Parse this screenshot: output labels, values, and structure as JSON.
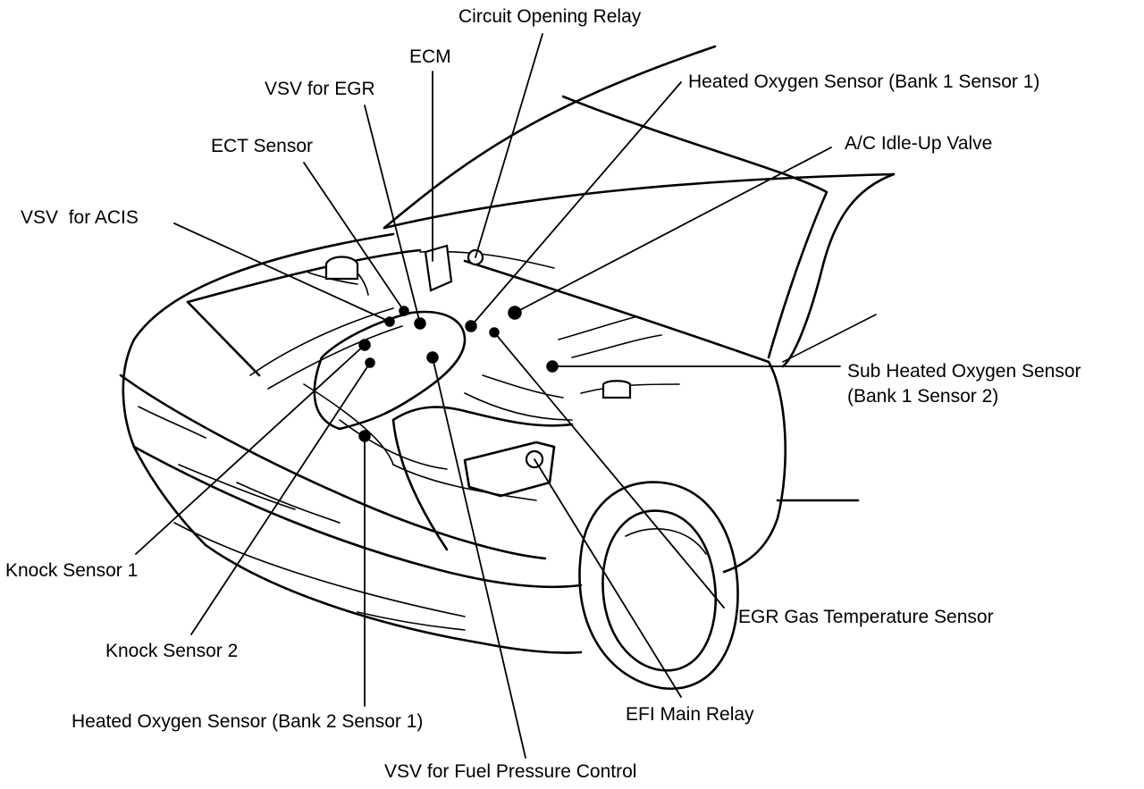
{
  "diagram": {
    "labels": {
      "circuit_opening_relay": "Circuit Opening Relay",
      "ecm": "ECM",
      "vsv_for_egr": "VSV for EGR",
      "heated_oxygen_sensor_bank1_sensor1": "Heated Oxygen Sensor (Bank 1 Sensor 1)",
      "ect_sensor": "ECT Sensor",
      "ac_idle_up_valve": "A/C Idle-Up Valve",
      "vsv_for_acis": "VSV  for ACIS",
      "sub_heated_oxygen_sensor_line1": "Sub Heated Oxygen Sensor",
      "sub_heated_oxygen_sensor_line2": "(Bank 1 Sensor 2)",
      "knock_sensor_1": "Knock Sensor 1",
      "egr_gas_temperature_sensor": "EGR Gas Temperature Sensor",
      "knock_sensor_2": "Knock Sensor 2",
      "efi_main_relay": "EFI Main Relay",
      "heated_oxygen_sensor_bank2_sensor1": "Heated Oxygen Sensor (Bank 2 Sensor 1)",
      "vsv_for_fuel_pressure_control": "VSV for Fuel Pressure Control"
    }
  }
}
